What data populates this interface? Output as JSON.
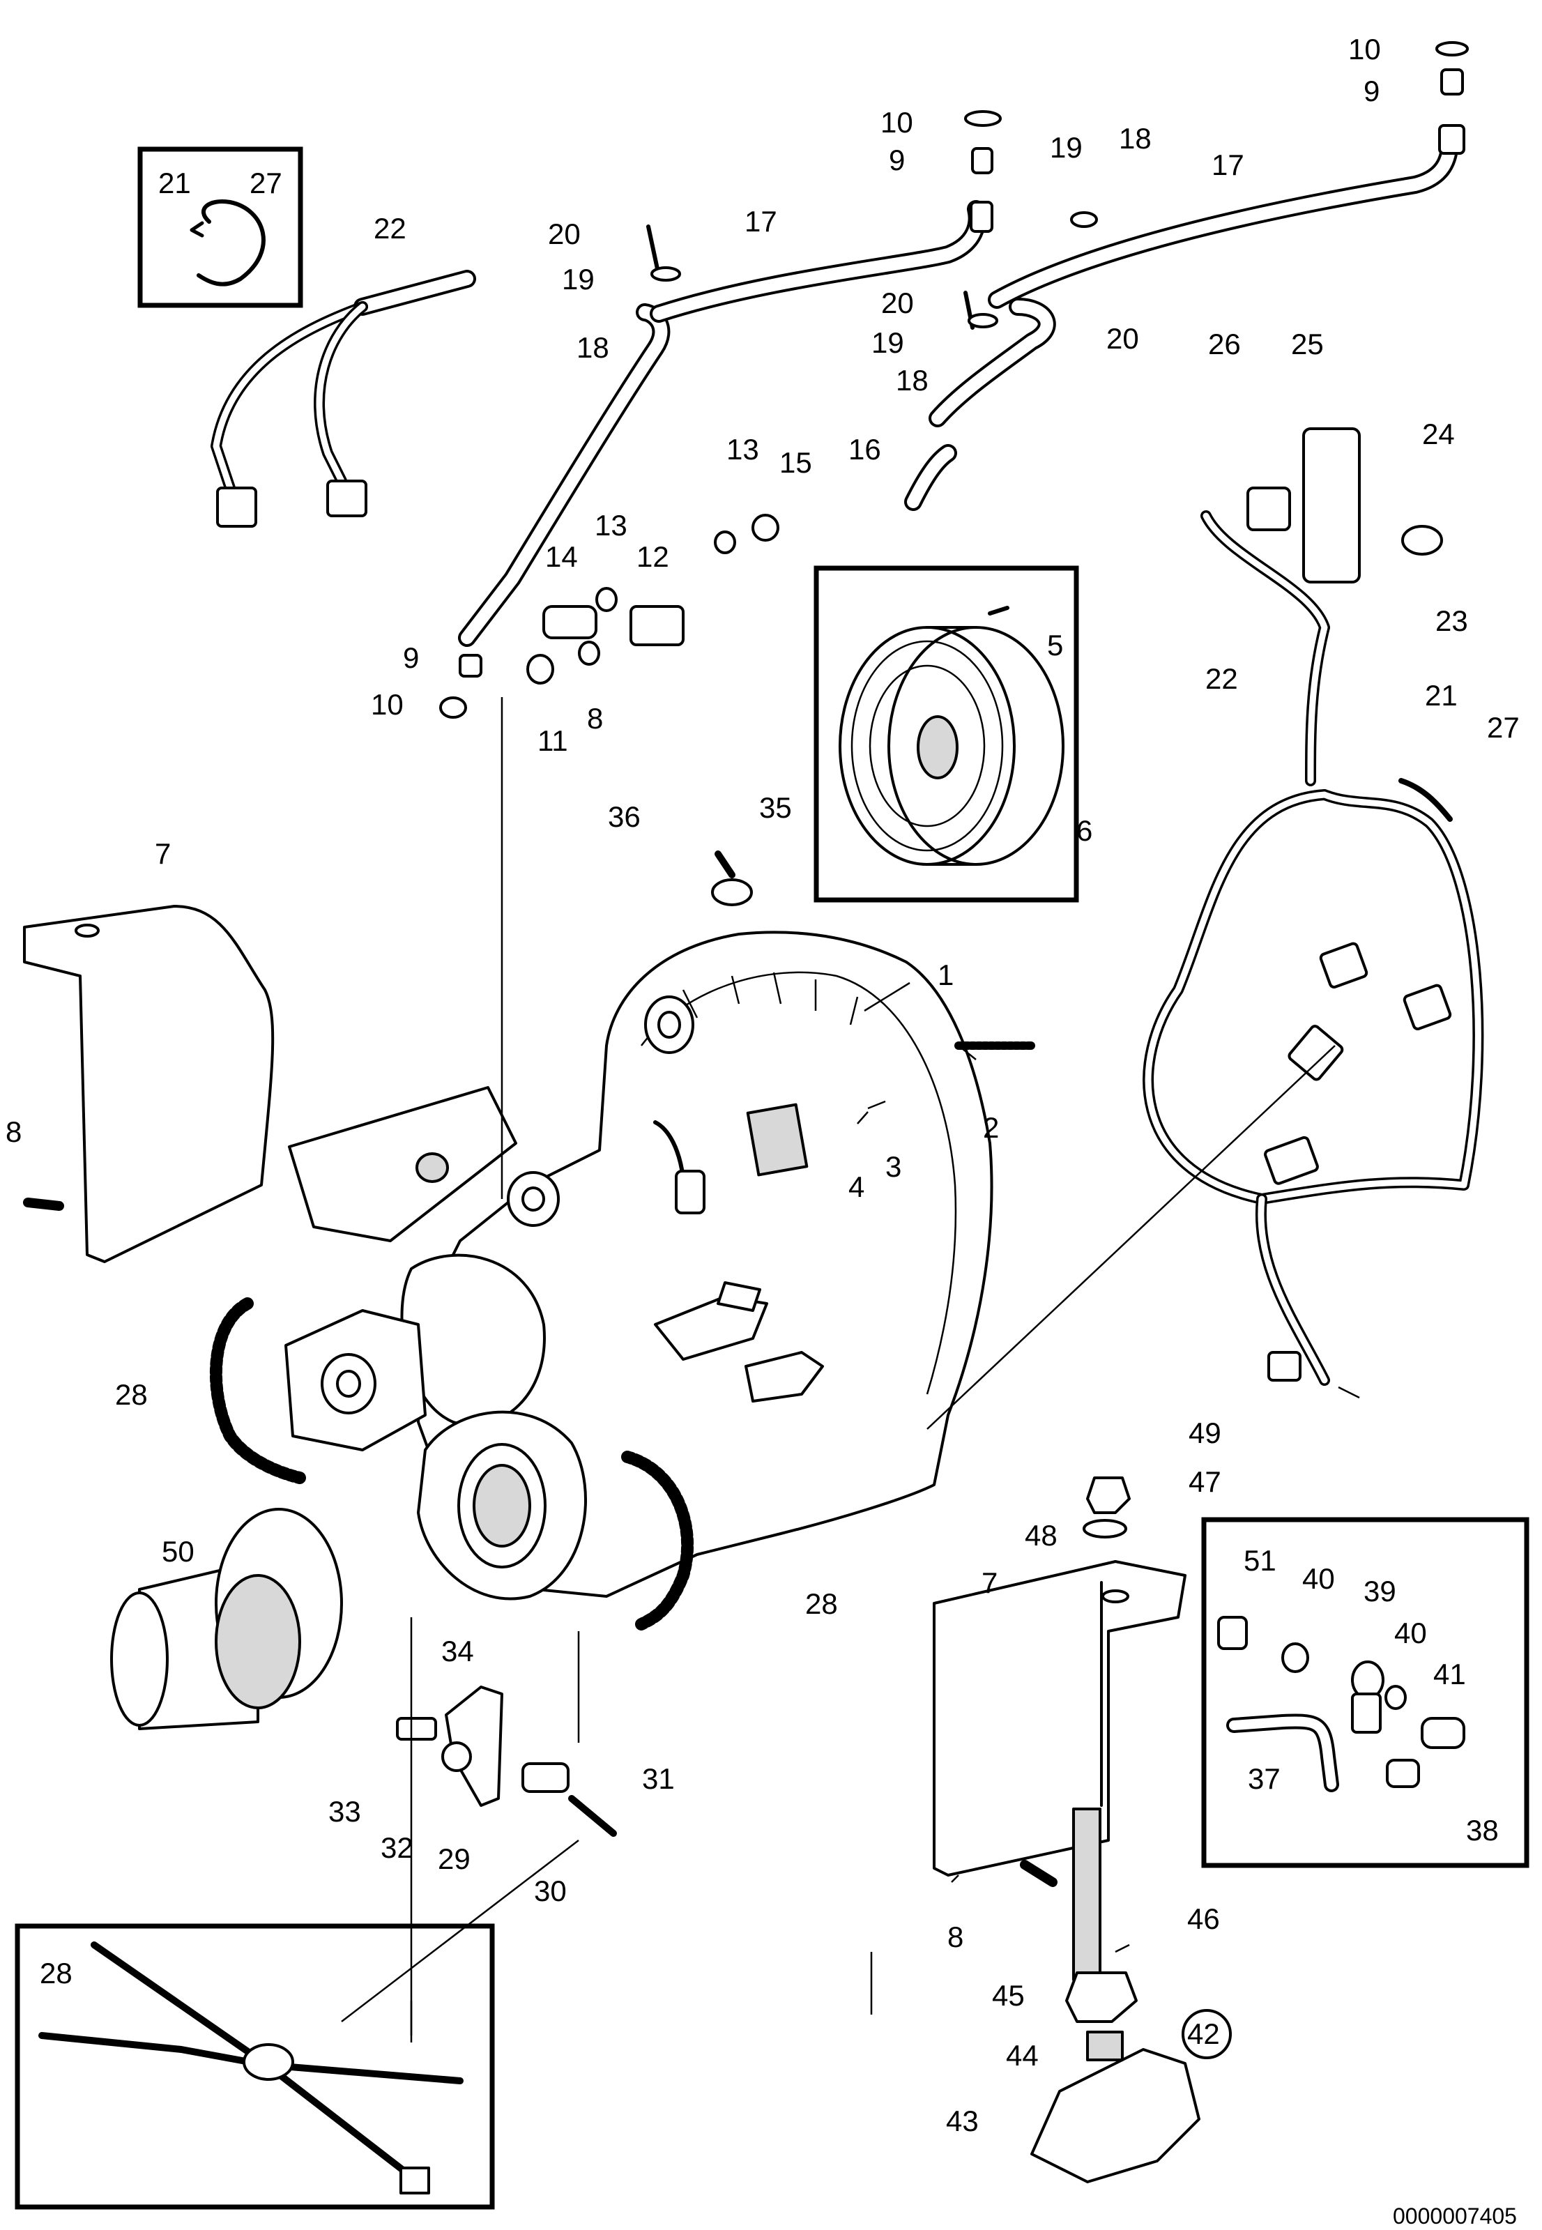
{
  "diagram": {
    "reference_code": "0000007405",
    "callouts": [
      {
        "id": "c1",
        "text": "1"
      },
      {
        "id": "c2",
        "text": "2"
      },
      {
        "id": "c3",
        "text": "3"
      },
      {
        "id": "c4",
        "text": "4"
      },
      {
        "id": "c5",
        "text": "5"
      },
      {
        "id": "c6",
        "text": "6"
      },
      {
        "id": "c7a",
        "text": "7"
      },
      {
        "id": "c7b",
        "text": "7"
      },
      {
        "id": "c8a",
        "text": "8"
      },
      {
        "id": "c8b",
        "text": "8"
      },
      {
        "id": "c8c",
        "text": "8"
      },
      {
        "id": "c9a",
        "text": "9"
      },
      {
        "id": "c9b",
        "text": "9"
      },
      {
        "id": "c9c",
        "text": "9"
      },
      {
        "id": "c10a",
        "text": "10"
      },
      {
        "id": "c10b",
        "text": "10"
      },
      {
        "id": "c10c",
        "text": "10"
      },
      {
        "id": "c11",
        "text": "11"
      },
      {
        "id": "c12",
        "text": "12"
      },
      {
        "id": "c13a",
        "text": "13"
      },
      {
        "id": "c13b",
        "text": "13"
      },
      {
        "id": "c14",
        "text": "14"
      },
      {
        "id": "c15",
        "text": "15"
      },
      {
        "id": "c16",
        "text": "16"
      },
      {
        "id": "c17a",
        "text": "17"
      },
      {
        "id": "c17b",
        "text": "17"
      },
      {
        "id": "c18a",
        "text": "18"
      },
      {
        "id": "c18b",
        "text": "18"
      },
      {
        "id": "c18c",
        "text": "18"
      },
      {
        "id": "c19a",
        "text": "19"
      },
      {
        "id": "c19b",
        "text": "19"
      },
      {
        "id": "c19c",
        "text": "19"
      },
      {
        "id": "c20a",
        "text": "20"
      },
      {
        "id": "c20b",
        "text": "20"
      },
      {
        "id": "c20c",
        "text": "20"
      },
      {
        "id": "c21a",
        "text": "21"
      },
      {
        "id": "c21b",
        "text": "21"
      },
      {
        "id": "c22a",
        "text": "22"
      },
      {
        "id": "c22b",
        "text": "22"
      },
      {
        "id": "c23",
        "text": "23"
      },
      {
        "id": "c24",
        "text": "24"
      },
      {
        "id": "c25",
        "text": "25"
      },
      {
        "id": "c26",
        "text": "26"
      },
      {
        "id": "c27a",
        "text": "27"
      },
      {
        "id": "c27b",
        "text": "27"
      },
      {
        "id": "c28a",
        "text": "28"
      },
      {
        "id": "c28b",
        "text": "28"
      },
      {
        "id": "c28c",
        "text": "28"
      },
      {
        "id": "c29",
        "text": "29"
      },
      {
        "id": "c30",
        "text": "30"
      },
      {
        "id": "c31",
        "text": "31"
      },
      {
        "id": "c32",
        "text": "32"
      },
      {
        "id": "c33",
        "text": "33"
      },
      {
        "id": "c34",
        "text": "34"
      },
      {
        "id": "c35",
        "text": "35"
      },
      {
        "id": "c36",
        "text": "36"
      },
      {
        "id": "c37",
        "text": "37"
      },
      {
        "id": "c38",
        "text": "38"
      },
      {
        "id": "c39",
        "text": "39"
      },
      {
        "id": "c40a",
        "text": "40"
      },
      {
        "id": "c40b",
        "text": "40"
      },
      {
        "id": "c41",
        "text": "41"
      },
      {
        "id": "c42",
        "text": "42"
      },
      {
        "id": "c43",
        "text": "43"
      },
      {
        "id": "c44",
        "text": "44"
      },
      {
        "id": "c45",
        "text": "45"
      },
      {
        "id": "c46",
        "text": "46"
      },
      {
        "id": "c47",
        "text": "47"
      },
      {
        "id": "c48",
        "text": "48"
      },
      {
        "id": "c49",
        "text": "49"
      },
      {
        "id": "c50",
        "text": "50"
      },
      {
        "id": "c51",
        "text": "51"
      }
    ]
  }
}
